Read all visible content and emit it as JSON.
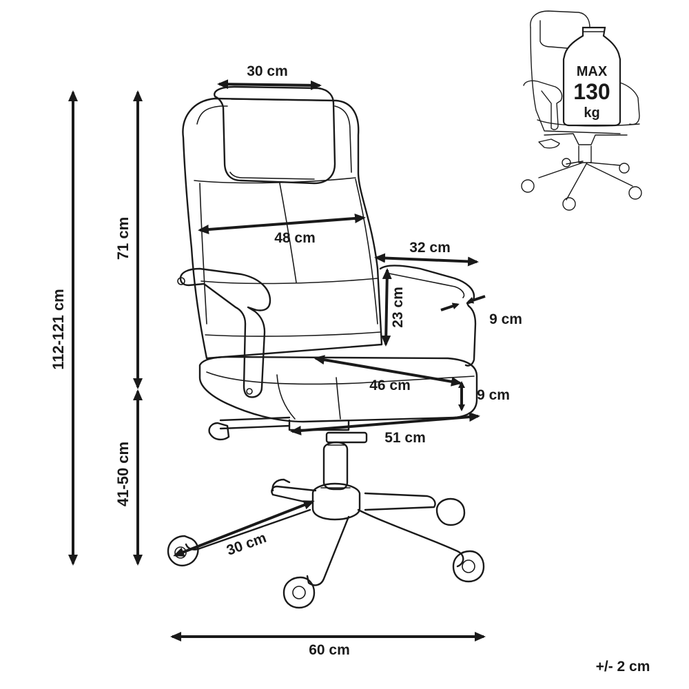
{
  "dimensions": {
    "headrest_width": "30 cm",
    "backrest_width": "48 cm",
    "backrest_height": "71 cm",
    "total_height": "112-121 cm",
    "seat_height": "41-50 cm",
    "armrest_length": "32 cm",
    "armrest_height": "23 cm",
    "armrest_width": "9 cm",
    "seat_depth": "46 cm",
    "seat_thickness": "9 cm",
    "seat_width": "51 cm",
    "leg_length": "30 cm",
    "base_width": "60 cm"
  },
  "tolerance": "+/- 2 cm",
  "max_load": {
    "line1": "MAX",
    "line2": "130",
    "line3": "kg"
  }
}
